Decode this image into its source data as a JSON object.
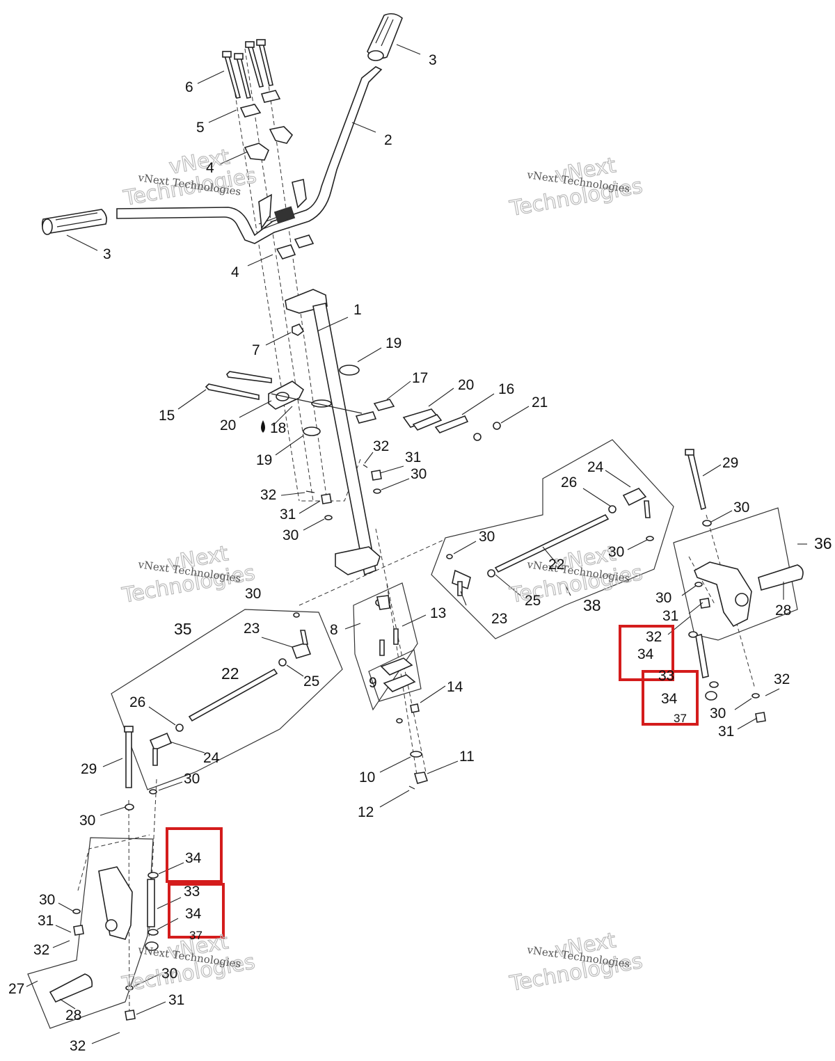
{
  "watermark": {
    "line1": "vNext Technologies",
    "line2a": "vNext",
    "line2b": "Technologies"
  },
  "labels": {
    "l1": "1",
    "l2": "2",
    "l3a": "3",
    "l3b": "3",
    "l4a": "4",
    "l4b": "4",
    "l5": "5",
    "l6": "6",
    "l7": "7",
    "l8": "8",
    "l9": "9",
    "l10": "10",
    "l11": "11",
    "l12": "12",
    "l13": "13",
    "l14": "14",
    "l15": "15",
    "l16": "16",
    "l17": "17",
    "l18": "18",
    "l19a": "19",
    "l19b": "19",
    "l20a": "20",
    "l20b": "20",
    "l21": "21",
    "l22a": "22",
    "l22b": "22",
    "l23a": "23",
    "l23b": "23",
    "l24a": "24",
    "l24b": "24",
    "l25a": "25",
    "l25b": "25",
    "l26a": "26",
    "l26b": "26",
    "l27": "27",
    "l28a": "28",
    "l28b": "28",
    "l29a": "29",
    "l29b": "29",
    "l30a": "30",
    "l30b": "30",
    "l30c": "30",
    "l30d": "30",
    "l30e": "30",
    "l30f": "30",
    "l30g": "30",
    "l30h": "30",
    "l30i": "30",
    "l30j": "30",
    "l30k": "30",
    "l30l": "30",
    "l31a": "31",
    "l31b": "31",
    "l31c": "31",
    "l31d": "31",
    "l31e": "31",
    "l31f": "31",
    "l32a": "32",
    "l32b": "32",
    "l32c": "32",
    "l32d": "32",
    "l32e": "32",
    "l32f": "32",
    "l33a": "33",
    "l33b": "33",
    "l34a": "34",
    "l34b": "34",
    "l34c": "34",
    "l34d": "34",
    "l35": "35",
    "l36": "36",
    "l37a": "37",
    "l37b": "37",
    "l38": "38"
  },
  "highlight_color": "#d41c1c"
}
